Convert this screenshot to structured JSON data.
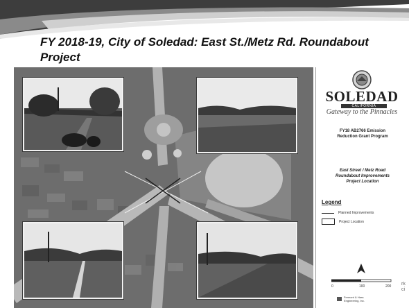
{
  "slide": {
    "title": "FY 2018-19, City of Soledad:  East St./Metz Rd. Roundabout Project"
  },
  "exhibit": {
    "city_name": "SOLEDAD",
    "city_sub": "CALIFORNIA",
    "tagline": "Gateway to the Pinnacles",
    "program_line1": "FY18 AB2766 Emission",
    "program_line2": "Reduction Grant Program",
    "project_line1": "East Street / Metz Road",
    "project_line2": "Roundabout Improvements",
    "project_line3": "Project Location",
    "legend_title": "Legend",
    "legend_items": [
      {
        "label": "Planned Improvements"
      },
      {
        "label": "Project Location"
      }
    ],
    "scale_ticks": [
      "0",
      "100",
      "200"
    ],
    "firm_line1": "Fremont & Hara",
    "firm_line2": "Engineering, Inc."
  },
  "edge_text": {
    "line1": "rk",
    "line2": "ci"
  },
  "icons": [
    "city-seal-icon",
    "north-arrow-icon"
  ],
  "colors": {
    "banner": "#3d3d3d",
    "banner_light": "#c9c9c9",
    "map_base": "#6f6f6f",
    "text": "#111111"
  }
}
